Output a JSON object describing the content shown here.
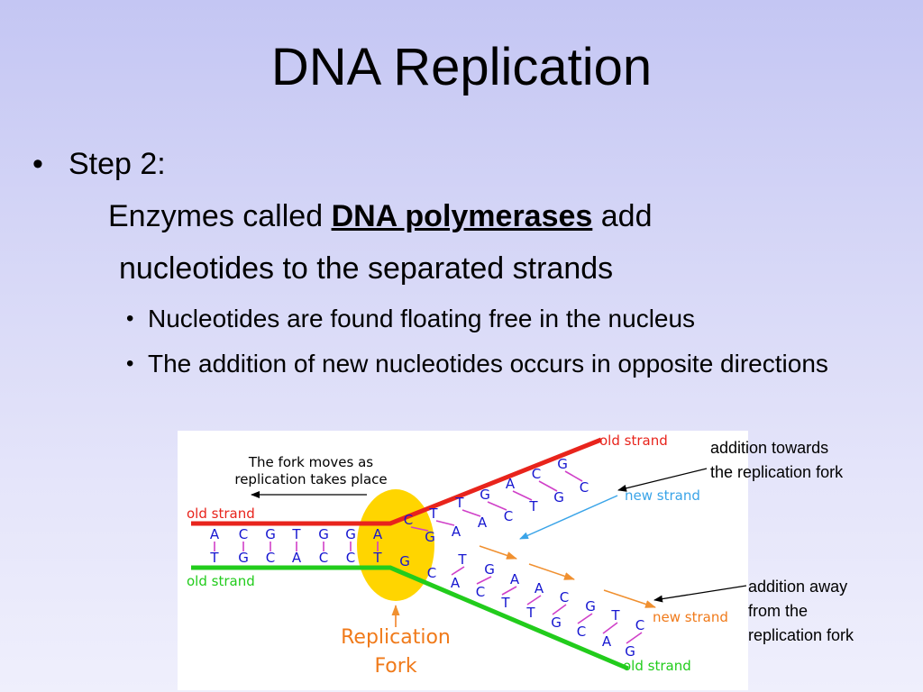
{
  "slide": {
    "title": "DNA Replication",
    "bullet1": "Step 2:",
    "para_before": "Enzymes called",
    "para_bold": "DNA polymerases",
    "para_after": "add",
    "para_line2": "nucleotides to the separated strands",
    "sub1": "Nucleotides are found floating free in the nucleus",
    "sub2": "The addition of new nucleotides occurs in opposite directions",
    "bullet_char": "•"
  },
  "diagram": {
    "fork_text_1": "The fork moves as",
    "fork_text_2": "replication takes place",
    "old_strand_left_top": "old strand",
    "old_strand_left_bottom": "old strand",
    "old_strand_upper_right": "old strand",
    "old_strand_lower_right": "old strand",
    "new_strand_upper": "new strand",
    "new_strand_lower": "new strand",
    "fork_label_1": "Replication",
    "fork_label_2": "Fork",
    "left_top_bases": [
      "A",
      "C",
      "G",
      "T",
      "G",
      "G",
      "A"
    ],
    "left_bottom_bases": [
      "T",
      "G",
      "C",
      "A",
      "C",
      "C",
      "T"
    ],
    "upper_old_bases": [
      "C",
      "T",
      "T",
      "G",
      "A",
      "C",
      "G"
    ],
    "upper_new_bases": [
      "G",
      "A",
      "A",
      "C",
      "T",
      "G",
      "C"
    ],
    "lower_old_bases": [
      "G",
      "C",
      "A",
      "C",
      "T",
      "T",
      "G",
      "C",
      "A",
      "G"
    ],
    "lower_new_bases": [
      "T",
      "G",
      "A",
      "A",
      "C",
      "G",
      "T",
      "C"
    ],
    "colors": {
      "old_top": "#e8241c",
      "old_bottom": "#22cc1c",
      "new_upper": "#3aa4e8",
      "new_lower": "#f09030",
      "fork": "#ffd500",
      "base": "#1616d0",
      "bond": "#d040c8",
      "label_orange": "#f07a1a"
    }
  },
  "annotations": {
    "towards_1": "addition towards",
    "towards_2": "the replication fork",
    "away_1": "addition away",
    "away_2": "from the",
    "away_3": "replication fork"
  }
}
